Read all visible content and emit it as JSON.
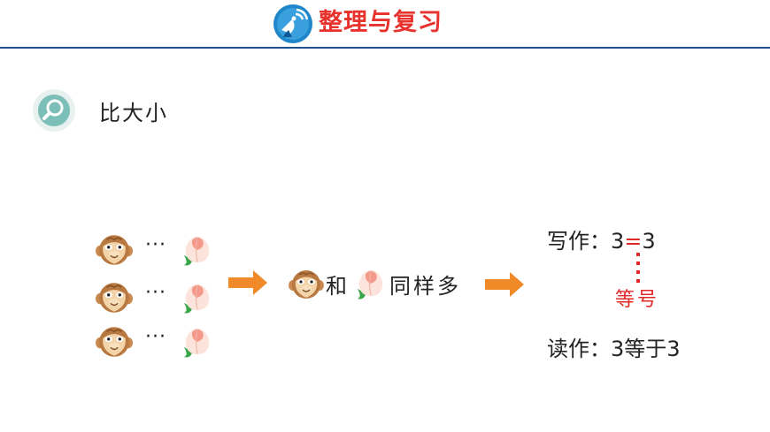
{
  "header": {
    "title": "整理与复习",
    "logo_icon": "satellite-dish-icon"
  },
  "section": {
    "title": "比大小",
    "badge_icon": "magnifier-icon"
  },
  "pairs": {
    "row1_dots": "···",
    "row2_dots": "···",
    "row3_dots": "···"
  },
  "result": {
    "connector": "和",
    "text": "同样多"
  },
  "writing": {
    "label": "写作：",
    "left": "3",
    "sign": "=",
    "right": "3"
  },
  "sign_name": "等号",
  "reading": {
    "label": "读作：",
    "value": "3等于3"
  },
  "colors": {
    "accent_red": "#e02a2a",
    "arrow_orange": "#f08a28",
    "header_blue": "#1f4e8c"
  }
}
